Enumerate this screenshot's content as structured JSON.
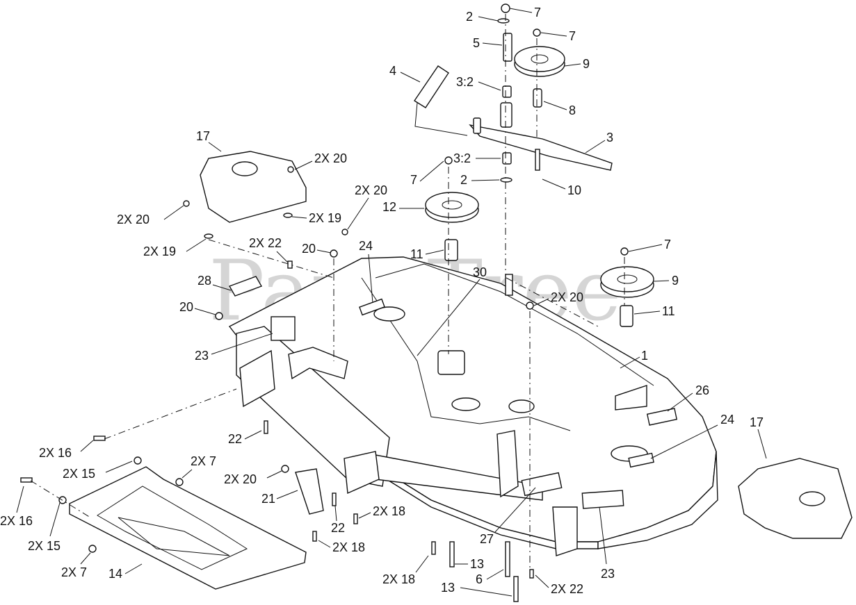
{
  "watermark": "PartsTree",
  "callouts": [
    {
      "id": "c-2-top",
      "text": "2"
    },
    {
      "id": "c-7-top",
      "text": "7"
    },
    {
      "id": "c-7-b",
      "text": "7"
    },
    {
      "id": "c-5",
      "text": "5"
    },
    {
      "id": "c-9-top",
      "text": "9"
    },
    {
      "id": "c-4",
      "text": "4"
    },
    {
      "id": "c-3-2-top",
      "text": "3:2"
    },
    {
      "id": "c-8",
      "text": "8"
    },
    {
      "id": "c-3",
      "text": "3"
    },
    {
      "id": "c-17-left",
      "text": "17"
    },
    {
      "id": "c-2x20-a",
      "text": "2X 20"
    },
    {
      "id": "c-3-2-mid",
      "text": "3:2"
    },
    {
      "id": "c-7-mid",
      "text": "7"
    },
    {
      "id": "c-2-mid",
      "text": "2"
    },
    {
      "id": "c-10",
      "text": "10"
    },
    {
      "id": "c-2x20-b",
      "text": "2X 20"
    },
    {
      "id": "c-12",
      "text": "12"
    },
    {
      "id": "c-2x20-c",
      "text": "2X 20"
    },
    {
      "id": "c-2x19-a",
      "text": "2X 19"
    },
    {
      "id": "c-2x19-b",
      "text": "2X 19"
    },
    {
      "id": "c-2x22-a",
      "text": "2X 22"
    },
    {
      "id": "c-20-a",
      "text": "20"
    },
    {
      "id": "c-24-a",
      "text": "24"
    },
    {
      "id": "c-11-a",
      "text": "11"
    },
    {
      "id": "c-7-right",
      "text": "7"
    },
    {
      "id": "c-30",
      "text": "30"
    },
    {
      "id": "c-9-right",
      "text": "9"
    },
    {
      "id": "c-28",
      "text": "28"
    },
    {
      "id": "c-2x20-d",
      "text": "2X 20"
    },
    {
      "id": "c-20-b",
      "text": "20"
    },
    {
      "id": "c-11-b",
      "text": "11"
    },
    {
      "id": "c-23-a",
      "text": "23"
    },
    {
      "id": "c-1",
      "text": "1"
    },
    {
      "id": "c-26",
      "text": "26"
    },
    {
      "id": "c-24-b",
      "text": "24"
    },
    {
      "id": "c-17-right",
      "text": "17"
    },
    {
      "id": "c-22-a",
      "text": "22"
    },
    {
      "id": "c-2x16-a",
      "text": "2X 16"
    },
    {
      "id": "c-2x7-a",
      "text": "2X 7"
    },
    {
      "id": "c-2x15-a",
      "text": "2X 15"
    },
    {
      "id": "c-2x20-e",
      "text": "2X 20"
    },
    {
      "id": "c-21",
      "text": "21"
    },
    {
      "id": "c-2x18-a",
      "text": "2X 18"
    },
    {
      "id": "c-22-b",
      "text": "22"
    },
    {
      "id": "c-2x16-b",
      "text": "2X 16"
    },
    {
      "id": "c-2x18-b",
      "text": "2X 18"
    },
    {
      "id": "c-27",
      "text": "27"
    },
    {
      "id": "c-2x15-b",
      "text": "2X 15"
    },
    {
      "id": "c-2x7-b",
      "text": "2X 7"
    },
    {
      "id": "c-14",
      "text": "14"
    },
    {
      "id": "c-2x18-c",
      "text": "2X 18"
    },
    {
      "id": "c-13-a",
      "text": "13"
    },
    {
      "id": "c-6",
      "text": "6"
    },
    {
      "id": "c-23-b",
      "text": "23"
    },
    {
      "id": "c-13-b",
      "text": "13"
    },
    {
      "id": "c-2x22-b",
      "text": "2X 22"
    }
  ]
}
